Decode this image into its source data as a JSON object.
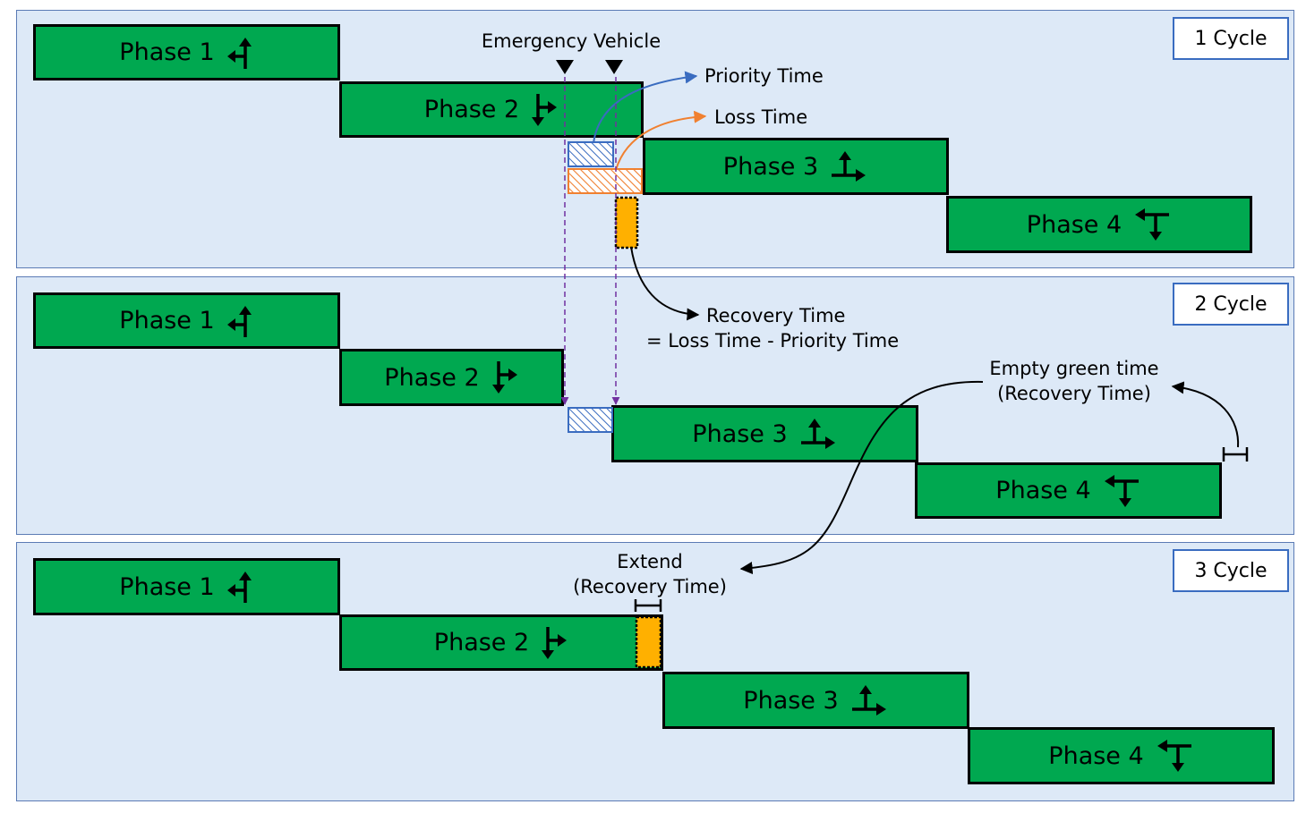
{
  "cycles": [
    {
      "label": "1 Cycle",
      "phases": [
        {
          "label": "Phase 1",
          "icon": "left-turn-through-arrow"
        },
        {
          "label": "Phase 2",
          "icon": "down-right-arrow"
        },
        {
          "label": "Phase 3",
          "icon": "up-right-arrow"
        },
        {
          "label": "Phase 4",
          "icon": "left-down-arrow"
        }
      ]
    },
    {
      "label": "2 Cycle",
      "phases": [
        {
          "label": "Phase 1",
          "icon": "left-turn-through-arrow"
        },
        {
          "label": "Phase 2",
          "icon": "down-right-arrow"
        },
        {
          "label": "Phase 3",
          "icon": "up-right-arrow"
        },
        {
          "label": "Phase 4",
          "icon": "left-down-arrow"
        }
      ]
    },
    {
      "label": "3 Cycle",
      "phases": [
        {
          "label": "Phase 1",
          "icon": "left-turn-through-arrow"
        },
        {
          "label": "Phase 2",
          "icon": "down-right-arrow"
        },
        {
          "label": "Phase 3",
          "icon": "up-right-arrow"
        },
        {
          "label": "Phase 4",
          "icon": "left-down-arrow"
        }
      ]
    }
  ],
  "annotations": {
    "emergency_vehicle": "Emergency Vehicle",
    "priority_time": "Priority Time",
    "loss_time": "Loss Time",
    "recovery_time": "Recovery Time",
    "recovery_formula": "= Loss Time - Priority Time",
    "empty_green_line1": "Empty green time",
    "empty_green_line2": "(Recovery Time)",
    "extend_line1": "Extend",
    "extend_line2": "(Recovery Time)"
  },
  "colors": {
    "phase_green": "#00a850",
    "panel_bg": "#dde9f7",
    "panel_border": "#5b7bb5",
    "priority_blue": "#3a6cc0",
    "loss_orange": "#f08030",
    "recovery_yellow": "#ffb000",
    "guide_purple": "#7030a0"
  }
}
